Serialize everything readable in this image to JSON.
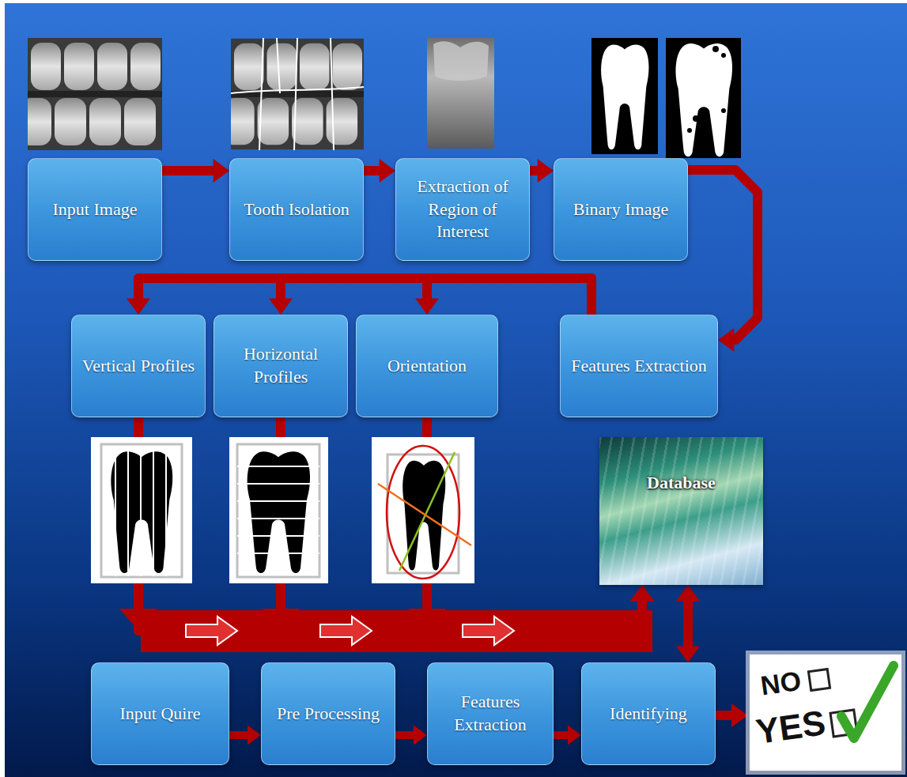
{
  "diagram": {
    "nodes": [
      {
        "text": [
          "Input Image"
        ]
      },
      {
        "text": [
          "Tooth Isolation"
        ]
      },
      {
        "text": [
          "Extraction of Region of Interest"
        ]
      },
      {
        "text": [
          "Binary Image"
        ]
      },
      {
        "text": [
          "Vertical Profiles"
        ]
      },
      {
        "text": [
          "Horizontal Profiles"
        ]
      },
      {
        "text": [
          "Orientation"
        ]
      },
      {
        "text": [
          "Features Extraction"
        ]
      },
      {
        "text": [
          "Database"
        ]
      },
      {
        "text": [
          "Input Quire"
        ]
      },
      {
        "text": [
          "Pre Processing"
        ]
      },
      {
        "text": [
          "Features Extraction"
        ]
      },
      {
        "text": [
          "Identifying"
        ]
      }
    ],
    "edges": [
      {
        "from": 0,
        "to": 1,
        "arrow": "to"
      },
      {
        "from": 1,
        "to": 2,
        "arrow": "to"
      },
      {
        "from": 2,
        "to": 3,
        "arrow": "to"
      },
      {
        "from": 3,
        "to": 7,
        "arrow": "to"
      },
      {
        "from": 7,
        "to": 4,
        "arrow": "to"
      },
      {
        "from": 7,
        "to": 5,
        "arrow": "to"
      },
      {
        "from": 7,
        "to": 6,
        "arrow": "to"
      },
      {
        "from": 4,
        "to": 8,
        "arrow": "to"
      },
      {
        "from": 5,
        "to": 8,
        "arrow": "to"
      },
      {
        "from": 6,
        "to": 8,
        "arrow": "to"
      },
      {
        "from": 9,
        "to": 10,
        "arrow": "to"
      },
      {
        "from": 10,
        "to": 11,
        "arrow": "to"
      },
      {
        "from": 11,
        "to": 12,
        "arrow": "to"
      },
      {
        "from": 8,
        "to": 12,
        "arrow": "both"
      }
    ],
    "labels": [
      "NO",
      "YES"
    ]
  }
}
